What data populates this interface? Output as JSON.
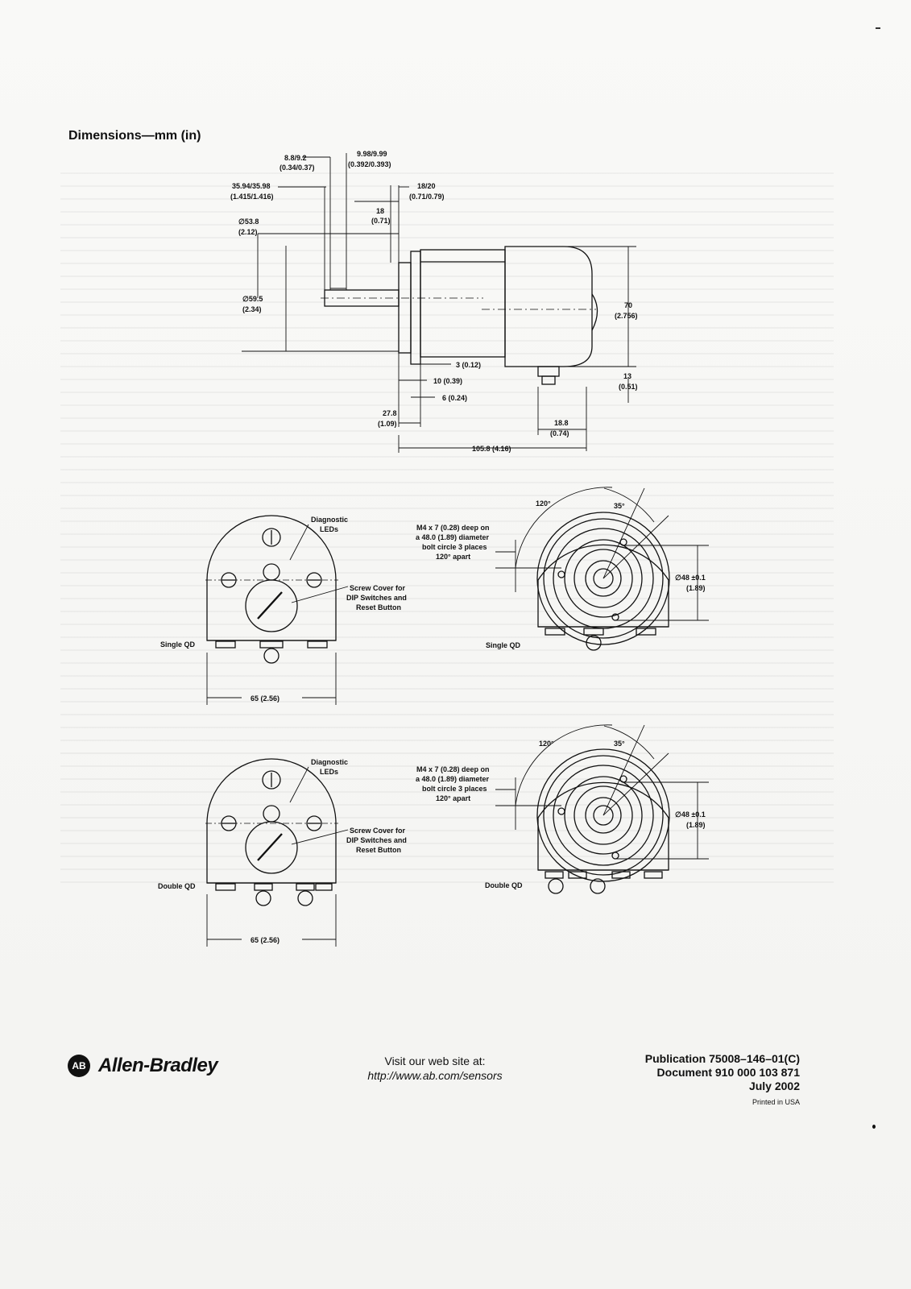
{
  "section_title": "Dimensions—mm (in)",
  "side_view": {
    "d1": "8.8/9.2",
    "d1_in": "(0.34/0.37)",
    "d2": "9.98/9.99",
    "d2_in": "(0.392/0.393)",
    "d3": "35.94/35.98",
    "d3_in": "(1.415/1.416)",
    "d4": "18/20",
    "d4_in": "(0.71/0.79)",
    "d5": "18",
    "d5_in": "(0.71)",
    "d6": "∅53.8",
    "d6_in": "(2.12)",
    "d7": "∅59.5",
    "d7_in": "(2.34)",
    "d8": "70",
    "d8_in": "(2.756)",
    "d9": "3 (0.12)",
    "d10": "10 (0.39)",
    "d11": "6 (0.24)",
    "d12": "13",
    "d12_in": "(0.51)",
    "d13": "27.8",
    "d13_in": "(1.09)",
    "d14": "18.8",
    "d14_in": "(0.74)",
    "d15": "105.8 (4.16)"
  },
  "rear_single": {
    "diag": "Diagnostic",
    "leds": "LEDs",
    "cover1": "Screw Cover for",
    "cover2": "DIP Switches and",
    "cover3": "Reset Button",
    "label": "Single QD",
    "width": "65 (2.56)"
  },
  "front_single": {
    "angle1": "120°",
    "angle2": "35°",
    "bolt1": "M4 x 7 (0.28) deep on",
    "bolt2": "a 48.0 (1.89) diameter",
    "bolt3": "bolt circle 3 places",
    "bolt4": "120° apart",
    "dia": "∅48 ±0.1",
    "dia_in": "(1.89)",
    "label": "Single QD"
  },
  "rear_double": {
    "diag": "Diagnostic",
    "leds": "LEDs",
    "cover1": "Screw Cover for",
    "cover2": "DIP Switches and",
    "cover3": "Reset Button",
    "label": "Double QD",
    "width": "65 (2.56)"
  },
  "front_double": {
    "angle1": "120°",
    "angle2": "35°",
    "bolt1": "M4 x 7 (0.28) deep on",
    "bolt2": "a 48.0 (1.89) diameter",
    "bolt3": "bolt circle 3 places",
    "bolt4": "120° apart",
    "dia": "∅48 ±0.1",
    "dia_in": "(1.89)",
    "label": "Double QD"
  },
  "footer": {
    "logo_badge": "AB",
    "logo_text": "Allen-Bradley",
    "web_line1": "Visit our web site at:",
    "web_line2": "http://www.ab.com/sensors",
    "pub_line1": "Publication 75008–146–01(C)",
    "pub_line2": "Document 910 000 103 871",
    "pub_line3": "July 2002",
    "pub_line4": "Printed in USA"
  }
}
